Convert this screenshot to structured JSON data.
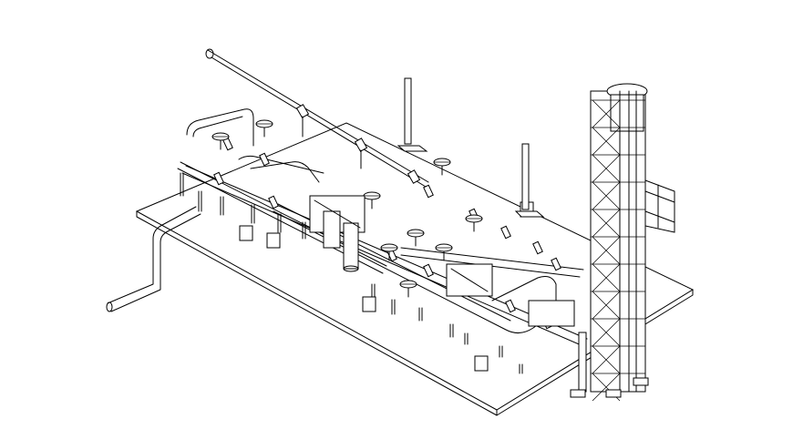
{
  "drawing": {
    "background": "#ffffff",
    "line_color": "#000000",
    "subject": "",
    "components": {
      "skid": "base-plate",
      "main_header": "pipe-header",
      "stack": "lattice-tower",
      "valves": "handwheel-valve",
      "supports": "pipe-support"
    }
  }
}
